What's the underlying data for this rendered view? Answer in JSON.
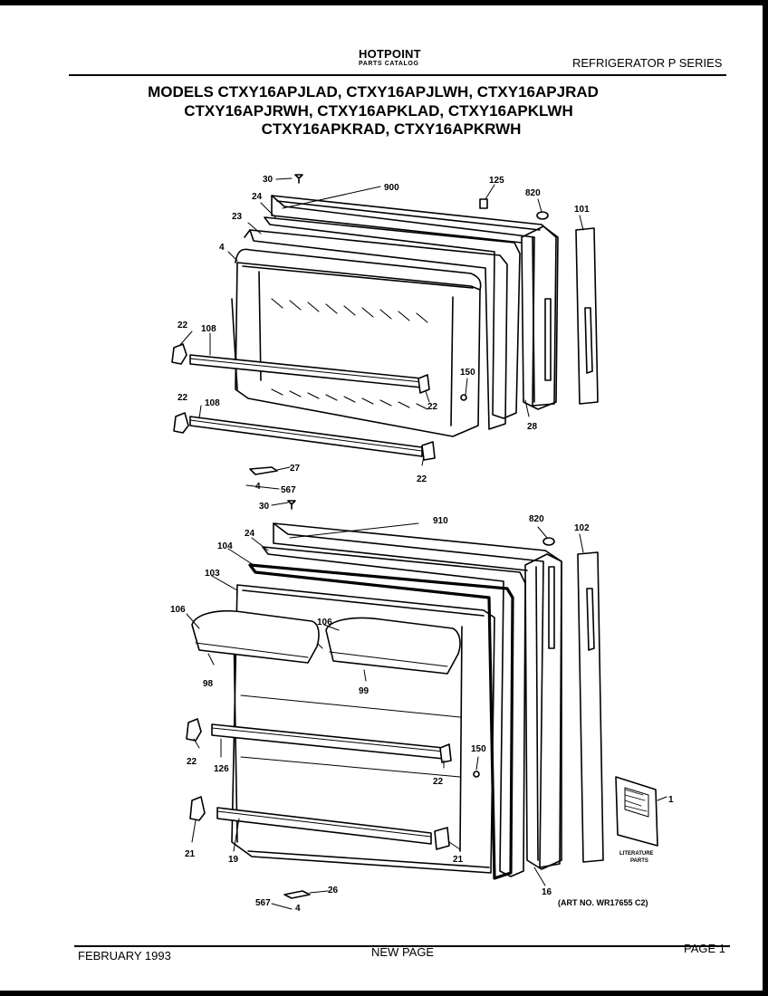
{
  "header": {
    "brand": "HOTPOINT",
    "catalog": "PARTS CATALOG",
    "series": "REFRIGERATOR P SERIES"
  },
  "title_lines": [
    "MODELS CTXY16APJLAD, CTXY16APJLWH, CTXY16APJRAD",
    "CTXY16APJRWH, CTXY16APKLAD, CTXY16APKLWH",
    "CTXY16APKRAD, CTXY16APKRWH"
  ],
  "callouts": {
    "top": {
      "c30": "30",
      "c900": "900",
      "c125": "125",
      "c820": "820",
      "c101": "101",
      "c24": "24",
      "c23": "23",
      "c4": "4",
      "c22a": "22",
      "c108a": "108",
      "c150": "150",
      "c22b": "22",
      "c22c": "22",
      "c108b": "108",
      "c28": "28",
      "c22d": "22",
      "c27": "27",
      "c4b": "4",
      "c567": "567"
    },
    "bottom": {
      "c30": "30",
      "c910": "910",
      "c820": "820",
      "c102": "102",
      "c24": "24",
      "c104": "104",
      "c103": "103",
      "c106a": "106",
      "c106b": "106",
      "c98": "98",
      "c99": "99",
      "c150": "150",
      "c22a": "22",
      "c126": "126",
      "c22b": "22",
      "c1": "1",
      "c21a": "21",
      "c19": "19",
      "c21b": "21",
      "c16": "16",
      "c26": "26",
      "c567": "567",
      "c4": "4"
    },
    "literature": "LITERATURE",
    "parts": "PARTS"
  },
  "art_no": "(ART NO. WR17655 C2)",
  "footer": {
    "date": "FEBRUARY 1993",
    "new_page": "NEW PAGE",
    "page": "PAGE 1"
  }
}
